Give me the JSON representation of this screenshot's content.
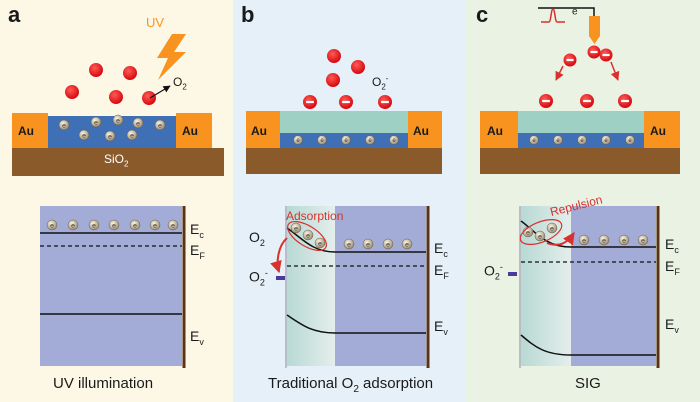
{
  "panels": {
    "a": {
      "label": "a",
      "caption": "UV illumination",
      "bg": "#fdf8e6"
    },
    "b": {
      "label": "b",
      "caption_main": "Traditional O",
      "caption_sub": "2",
      "caption_end": " adsorption",
      "bg": "#e6f0f8"
    },
    "c": {
      "label": "c",
      "caption": "SIG",
      "bg": "#eaf2e4"
    }
  },
  "device": {
    "electrode": "Au",
    "substrate_main": "SiO",
    "substrate_sub": "2",
    "electron_symbol": "e",
    "electron_minus": "e",
    "electron_minus_sup": "-"
  },
  "species": {
    "uv": "UV",
    "o2_main": "O",
    "o2_sub": "2",
    "o2_minus_main": "O",
    "o2_minus_sub": "2",
    "o2_minus_sup": "-"
  },
  "bands": {
    "ec_main": "E",
    "ec_sub": "c",
    "ef_main": "E",
    "ef_sub": "F",
    "ev_main": "E",
    "ev_sub": "v"
  },
  "annotations": {
    "adsorption": "Adsorption",
    "repulsion": "Repulsion"
  },
  "colors": {
    "gold": "#f7931e",
    "oxide": "#3f6fb4",
    "substrate": "#8b5a2b",
    "coating": "#9fd0c4",
    "molecule": "#e8191e",
    "band_fill": "#a3acd6",
    "arrow_red": "#d8312e",
    "trap": "#4b3a9a"
  }
}
